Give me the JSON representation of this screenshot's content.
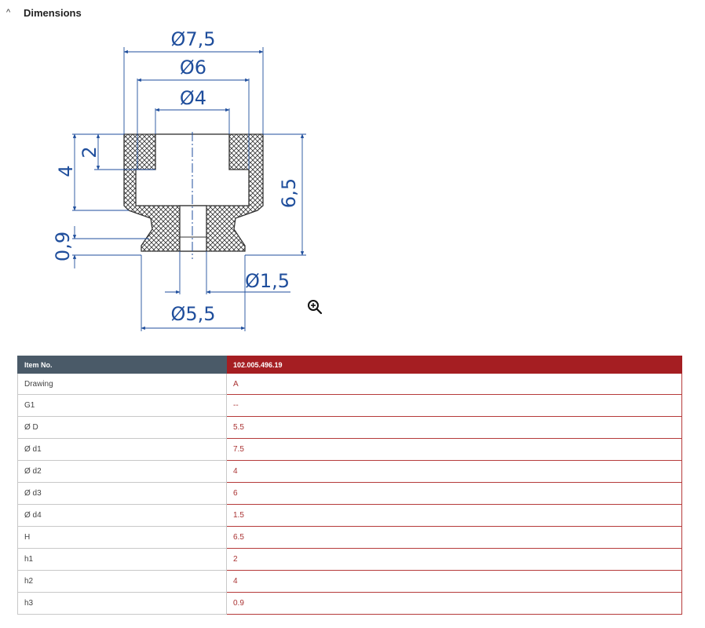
{
  "section": {
    "title": "Dimensions",
    "chevron": "^"
  },
  "drawing": {
    "labels": {
      "d1": "Ø7,5",
      "d3": "Ø6",
      "d2": "Ø4",
      "d4": "Ø1,5",
      "D": "Ø5,5",
      "H": "6,5",
      "h1": "2",
      "h2": "4",
      "h3": "0,9"
    },
    "colors": {
      "dimension": "#1f4e9c",
      "outline": "#333333",
      "centerline": "#1f4e9c"
    },
    "zoom_icon": "zoom-in-icon"
  },
  "table": {
    "header": {
      "key": "Item No.",
      "value": "102.005.496.19"
    },
    "rows": [
      {
        "key": "Drawing",
        "value": "A"
      },
      {
        "key": "G1",
        "value": "--"
      },
      {
        "key": "Ø D",
        "value": "5.5"
      },
      {
        "key": "Ø d1",
        "value": "7.5"
      },
      {
        "key": "Ø d2",
        "value": "4"
      },
      {
        "key": "Ø d3",
        "value": "6"
      },
      {
        "key": "Ø d4",
        "value": "1.5"
      },
      {
        "key": "H",
        "value": "6.5"
      },
      {
        "key": "h1",
        "value": "2"
      },
      {
        "key": "h2",
        "value": "4"
      },
      {
        "key": "h3",
        "value": "0.9"
      }
    ]
  }
}
